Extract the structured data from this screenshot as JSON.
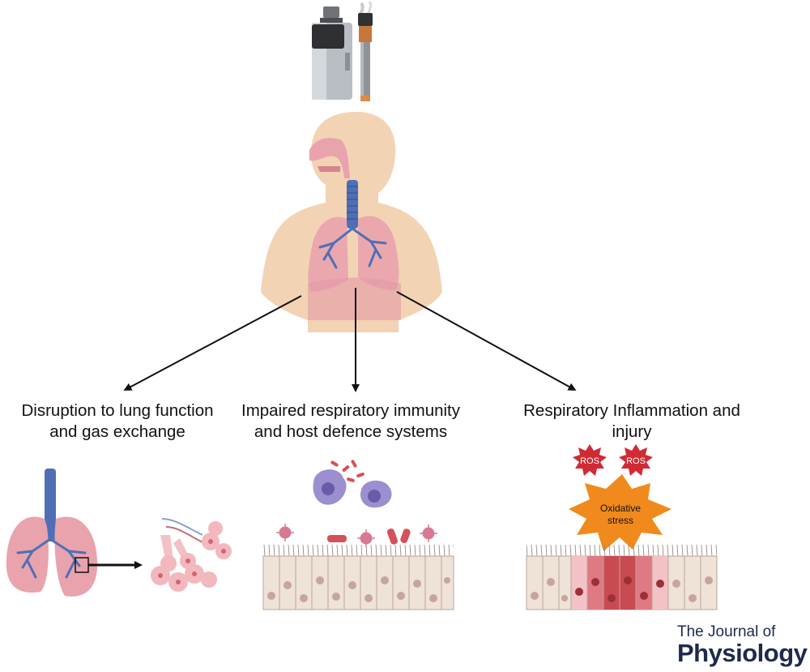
{
  "figure": {
    "outcomes": [
      {
        "line1": "Disruption to lung function",
        "line2": "and gas exchange"
      },
      {
        "line1": "Impaired respiratory immunity",
        "line2": "and host defence systems"
      },
      {
        "line1": "Respiratory Inflammation and",
        "line2": "injury"
      }
    ],
    "labels": {
      "ros_1": "ROS",
      "ros_2": "ROS",
      "oxidative_line1": "Oxidative",
      "oxidative_line2": "stress"
    }
  },
  "journal": {
    "line1": "The Journal of",
    "line2": "Physiology"
  },
  "colors": {
    "skin": "#f2d3b4",
    "lung": "#e9a3ad",
    "airway": "#4f6fb5",
    "tissue": "#efe2d7",
    "inflamed": "#c94b52",
    "ros": "#d02b35",
    "oxidative": "#f08a1c",
    "journal_text": "#1e2a4c"
  }
}
